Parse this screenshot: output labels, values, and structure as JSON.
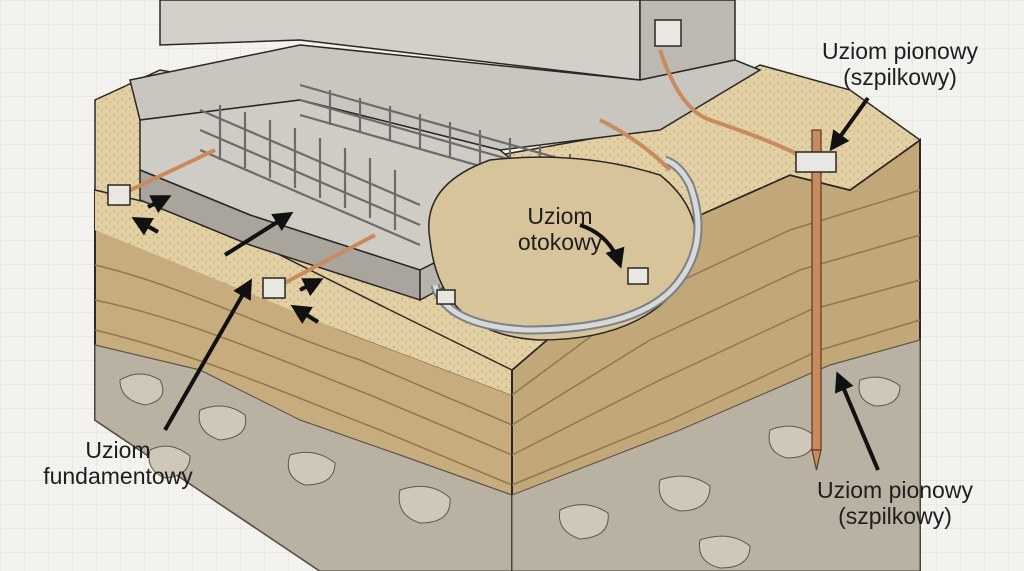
{
  "labels": {
    "foundation": {
      "line1": "Uziom",
      "line2": "fundamentowy"
    },
    "ring": {
      "line1": "Uziom",
      "line2": "otokowy"
    },
    "rod_top": {
      "line1": "Uziom pionowy",
      "line2": "(szpilkowy)"
    },
    "rod_bottom": {
      "line1": "Uziom pionowy",
      "line2": "(szpilkowy)"
    }
  },
  "colors": {
    "background": "#f4f2ee",
    "grid": "#e2ded7",
    "concrete": "#c9c6bf",
    "concrete_dark": "#a9a59d",
    "rebar": "#6e6b66",
    "sand": "#e2cfa3",
    "soil_light": "#d8c49a",
    "soil_mid": "#c7ad7d",
    "soil_dark": "#a98f66",
    "rock": "#b9b1a2",
    "copper": "#c98b5e",
    "steel": "#d6d8da",
    "outline": "#2a2724"
  },
  "icons": [
    "arrow-icon",
    "clamp-icon",
    "junction-box-icon"
  ]
}
